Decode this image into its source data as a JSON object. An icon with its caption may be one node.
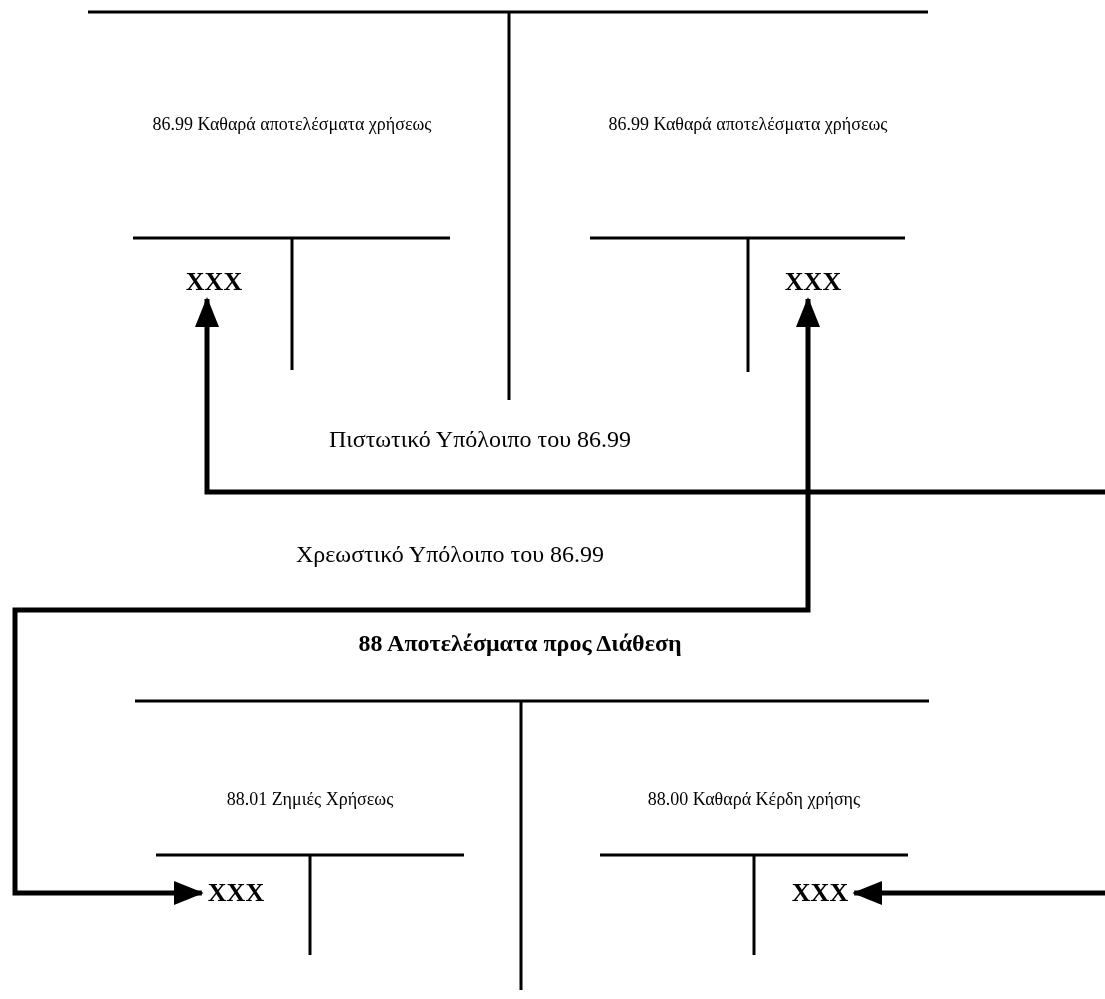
{
  "diagram": {
    "nodes": [
      {
        "text": [
          "XXX"
        ]
      },
      {
        "text": [
          "XXX"
        ]
      },
      {
        "text": [
          "XXX"
        ]
      },
      {
        "text": [
          "XXX"
        ]
      }
    ],
    "edges": [
      {
        "from": null,
        "to": 0,
        "arrow": "to"
      },
      {
        "from": 1,
        "to": 2,
        "arrow": "both"
      },
      {
        "from": null,
        "to": 3,
        "arrow": "to"
      }
    ],
    "labels": [
      "86.99 Καθαρά αποτελέσματα χρήσεως",
      "86.99 Καθαρά αποτελέσματα χρήσεως",
      "Πιστωτικό Υπόλοιπο του 86.99",
      "Χρεωστικό Υπόλοιπο του 86.99",
      "88 Αποτελέσματα προς Διάθεση",
      "88.01 Ζημιές Χρήσεως",
      "88.00 Καθαρά Κέρδη χρήσης"
    ]
  }
}
